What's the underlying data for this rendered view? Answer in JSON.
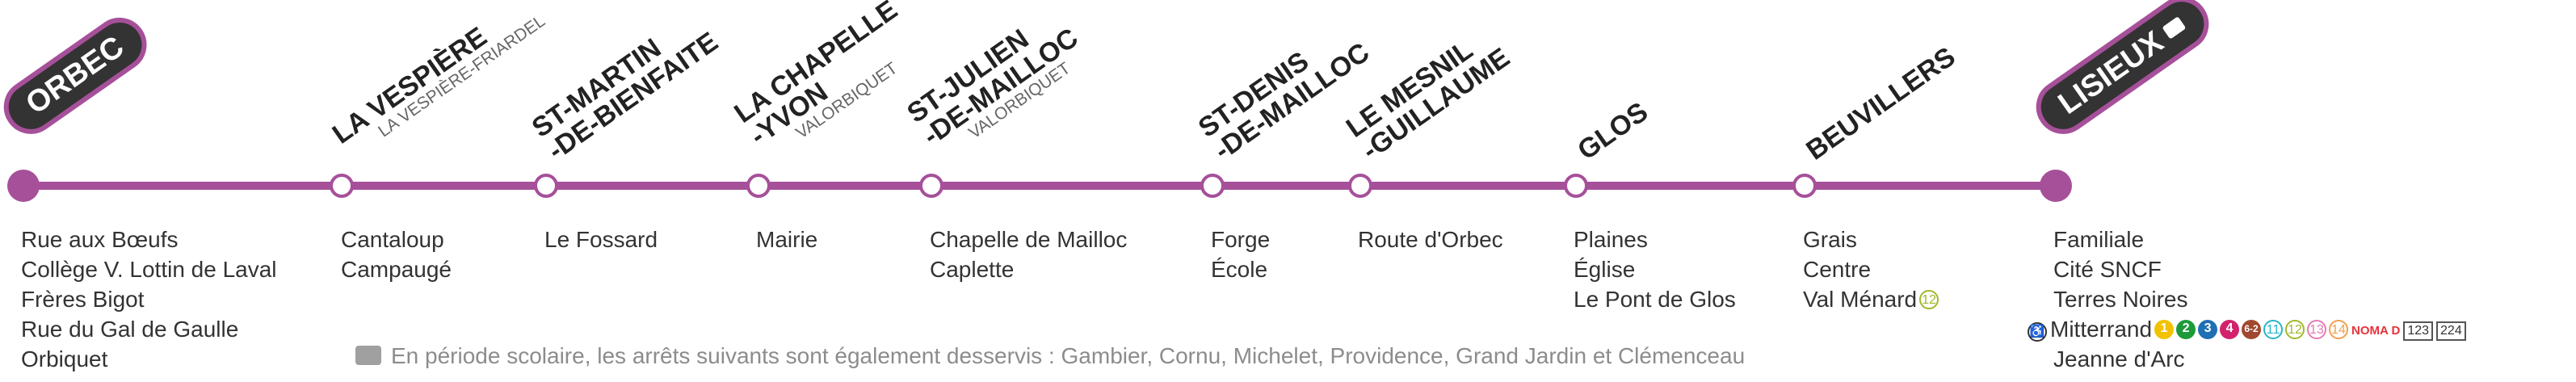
{
  "colors": {
    "line": "#a6509a",
    "terminus_pill": "#333333",
    "footnote": "#8c8c8c"
  },
  "termini": {
    "start": "ORBEC",
    "end": "LISIEUX"
  },
  "stations": [
    {
      "name": "LA VESPIÈRE",
      "sub": "LA VESPIÈRE-FRIARDEL",
      "stops": [
        "Cantaloup",
        "Campaugé"
      ]
    },
    {
      "name": "ST-MARTIN\n-DE-BIENFAITE",
      "sub": "",
      "stops": [
        "Le Fossard"
      ]
    },
    {
      "name": "LA CHAPELLE\n-YVON",
      "sub": "VALORBIQUET",
      "stops": [
        "Mairie"
      ]
    },
    {
      "name": "ST-JULIEN\n-DE-MAILLOC",
      "sub": "VALORBIQUET",
      "stops": [
        "Chapelle de Mailloc",
        "Caplette"
      ]
    },
    {
      "name": "ST-DENIS\n-DE-MAILLOC",
      "sub": "",
      "stops": [
        "Forge",
        "École"
      ]
    },
    {
      "name": "LE MESNIL\n-GUILLAUME",
      "sub": "",
      "stops": [
        "Route d'Orbec"
      ]
    },
    {
      "name": "GLOS",
      "sub": "",
      "stops": [
        "Plaines",
        "Église",
        "Le Pont de Glos"
      ]
    },
    {
      "name": "BEUVILLERS",
      "sub": "",
      "stops": [
        "Grais",
        "Centre",
        "Val Ménard"
      ]
    }
  ],
  "orbec_stops": [
    "Rue aux Bœufs",
    "Collège V. Lottin de Laval",
    "Frères Bigot",
    "Rue du Gal de Gaulle",
    "Orbiquet"
  ],
  "lisieux_stops": [
    "Familiale",
    "Cité SNCF",
    "Terres Noires",
    "Mitterrand",
    "Jeanne d'Arc"
  ],
  "val_menard_connection": "12",
  "mitterrand_connections": [
    {
      "label": "1",
      "color": "#f2c200",
      "style": "solid"
    },
    {
      "label": "2",
      "color": "#1e9a3a",
      "style": "solid"
    },
    {
      "label": "3",
      "color": "#1f6fb5",
      "style": "solid"
    },
    {
      "label": "4",
      "color": "#d2226b",
      "style": "solid"
    },
    {
      "label": "6-2",
      "color": "#a0482f",
      "style": "solid"
    },
    {
      "label": "11",
      "color": "#27b5c9",
      "style": "outline"
    },
    {
      "label": "12",
      "color": "#a2b82a",
      "style": "outline"
    },
    {
      "label": "13",
      "color": "#e57bb5",
      "style": "outline"
    },
    {
      "label": "14",
      "color": "#f0a050",
      "style": "outline"
    }
  ],
  "nomad_label": "NOMA D",
  "extra_lines": [
    "123",
    "224"
  ],
  "accessibility_icon": "wheelchair-icon",
  "footnote_icon": "briefcase-icon",
  "footnote": "En période scolaire, les arrêts suivants sont également desservis : Gambier, Cornu, Michelet, Providence, Grand Jardin et Clémenceau"
}
